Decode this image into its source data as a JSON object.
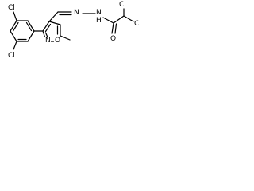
{
  "molecule": {
    "atoms": [
      {
        "id": "cl_top_left",
        "label": "Cl"
      },
      {
        "id": "cl_bottom_left",
        "label": "Cl"
      },
      {
        "id": "n_isoxazole",
        "label": "N"
      },
      {
        "id": "o_isoxazole",
        "label": "O"
      },
      {
        "id": "methyl",
        "label": ""
      },
      {
        "id": "n_imine",
        "label": "N"
      },
      {
        "id": "n_amide",
        "label": "N"
      },
      {
        "id": "h_amide",
        "label": "H"
      },
      {
        "id": "o_carbonyl",
        "label": "O"
      },
      {
        "id": "cl_right_top",
        "label": "Cl"
      },
      {
        "id": "cl_right_bottom",
        "label": "Cl"
      }
    ]
  }
}
